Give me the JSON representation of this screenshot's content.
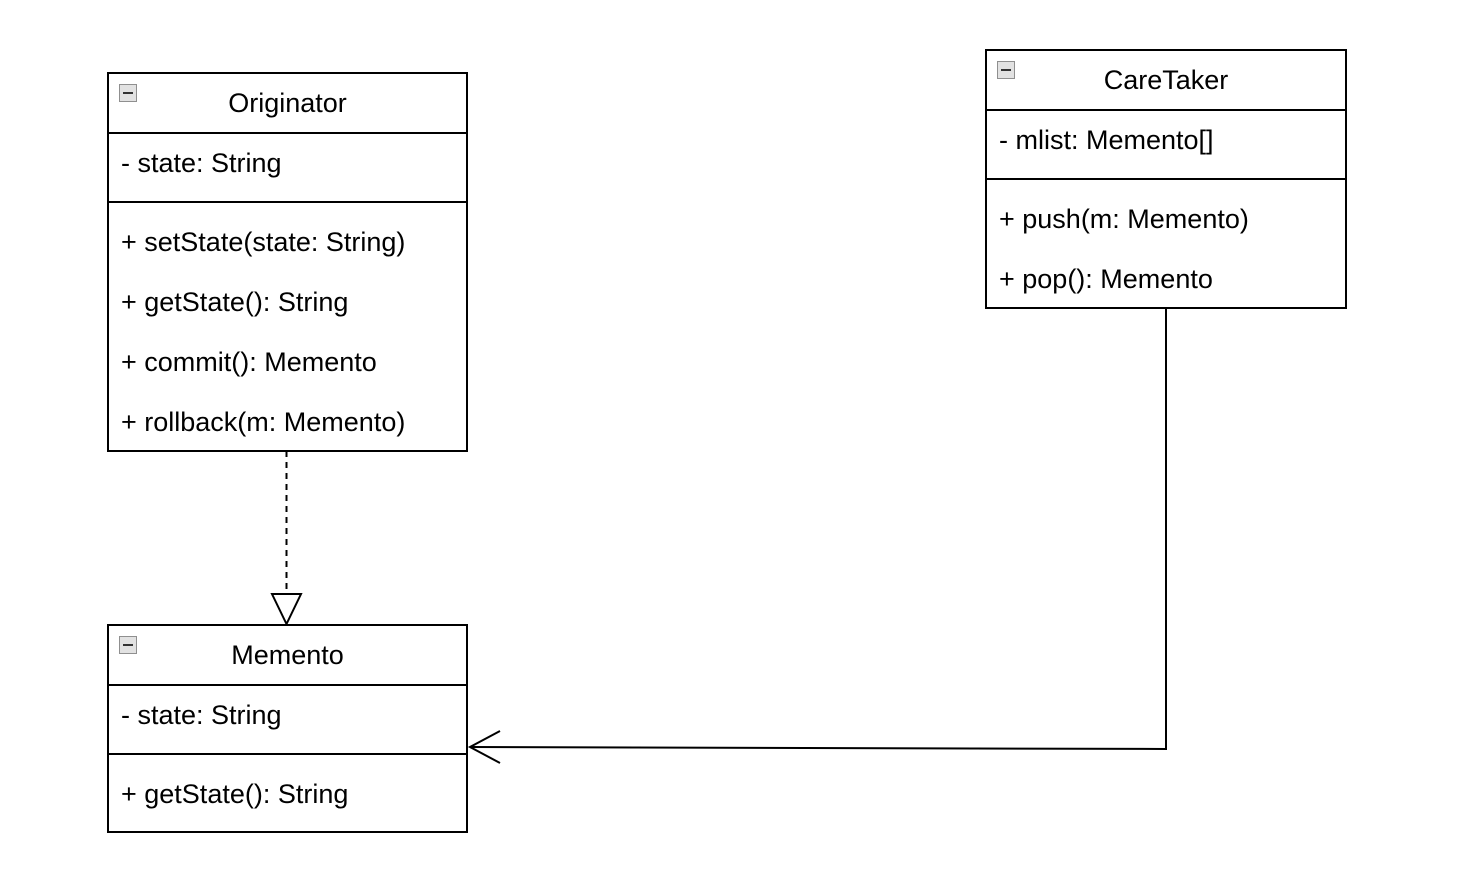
{
  "diagram": {
    "classes": {
      "originator": {
        "name": "Originator",
        "attributes": [
          "- state: String"
        ],
        "operations": [
          "+ setState(state: String)",
          "+ getState(): String",
          "+ commit(): Memento",
          "+ rollback(m: Memento)"
        ]
      },
      "caretaker": {
        "name": "CareTaker",
        "attributes": [
          "- mlist: Memento[]"
        ],
        "operations": [
          "+ push(m: Memento)",
          "+ pop(): Memento"
        ]
      },
      "memento": {
        "name": "Memento",
        "attributes": [
          "- state: String"
        ],
        "operations": [
          "+ getState(): String"
        ]
      }
    },
    "relationships": [
      {
        "from": "Originator",
        "to": "Memento",
        "kind": "realization"
      },
      {
        "from": "CareTaker",
        "to": "Memento",
        "kind": "association"
      }
    ],
    "icons": {
      "collapse": "collapse-icon"
    },
    "colors": {
      "line": "#000000",
      "background": "#ffffff",
      "icon_fill": "#e2e2e2"
    }
  }
}
